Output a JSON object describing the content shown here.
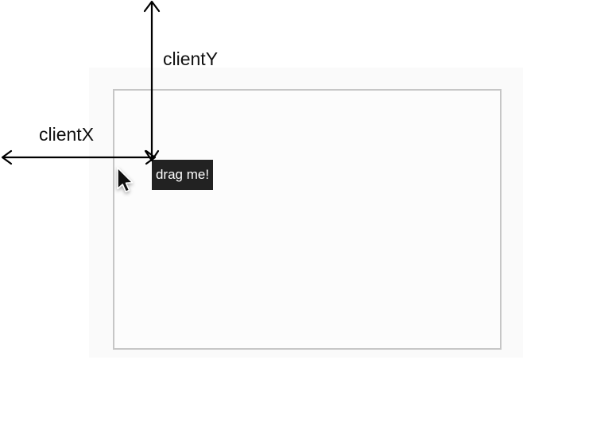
{
  "diagram": {
    "axis_labels": {
      "y": "clientY",
      "x": "clientX"
    },
    "drag_box": {
      "label": "drag me!"
    },
    "icons": {
      "cursor": "arrow-pointer-icon"
    },
    "colors": {
      "arrow": "#000000",
      "label_text": "#111111",
      "box_bg": "#222222",
      "box_text": "#ffffff",
      "outer_bg": "#fafafa",
      "inner_bg": "#fcfcfc",
      "inner_border": "#c6c6c6",
      "page_bg": "#ffffff"
    }
  }
}
